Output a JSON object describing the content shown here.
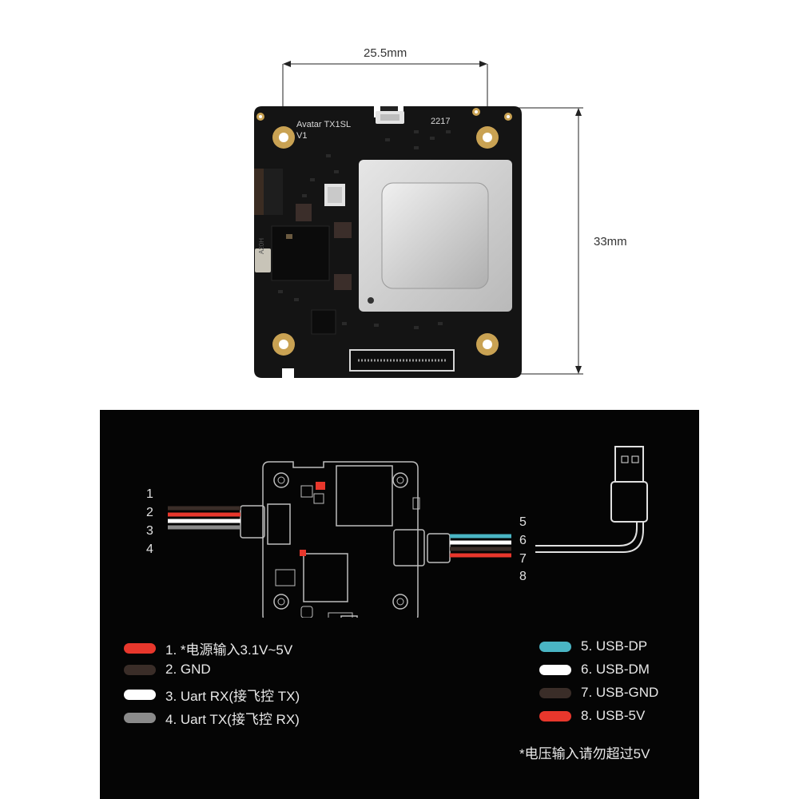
{
  "dimensions": {
    "width_label": "25.5mm",
    "height_label": "33mm"
  },
  "board": {
    "model_label": "Avatar TX1SL",
    "version_label": "V1",
    "code_label": "2217",
    "crystal_label": "A20H"
  },
  "connector_left_pins": [
    "1",
    "2",
    "3",
    "4"
  ],
  "connector_right_pins": [
    "5",
    "6",
    "7",
    "8"
  ],
  "legend_left": [
    {
      "label": "1. *电源输入3.1V~5V",
      "color": "#e8372c"
    },
    {
      "label": "2. GND",
      "color": "#3a2d28"
    },
    {
      "label": "3. Uart RX(接飞控 TX)",
      "color": "#ffffff"
    },
    {
      "label": "4. Uart TX(接飞控 RX)",
      "color": "#8a8a8a"
    }
  ],
  "legend_right": [
    {
      "label": "5. USB-DP",
      "color": "#4ab5c4"
    },
    {
      "label": "6. USB-DM",
      "color": "#ffffff"
    },
    {
      "label": "7. USB-GND",
      "color": "#3a2d28"
    },
    {
      "label": "8. USB-5V",
      "color": "#e8372c"
    }
  ],
  "note": "*电压输入请勿超过5V"
}
